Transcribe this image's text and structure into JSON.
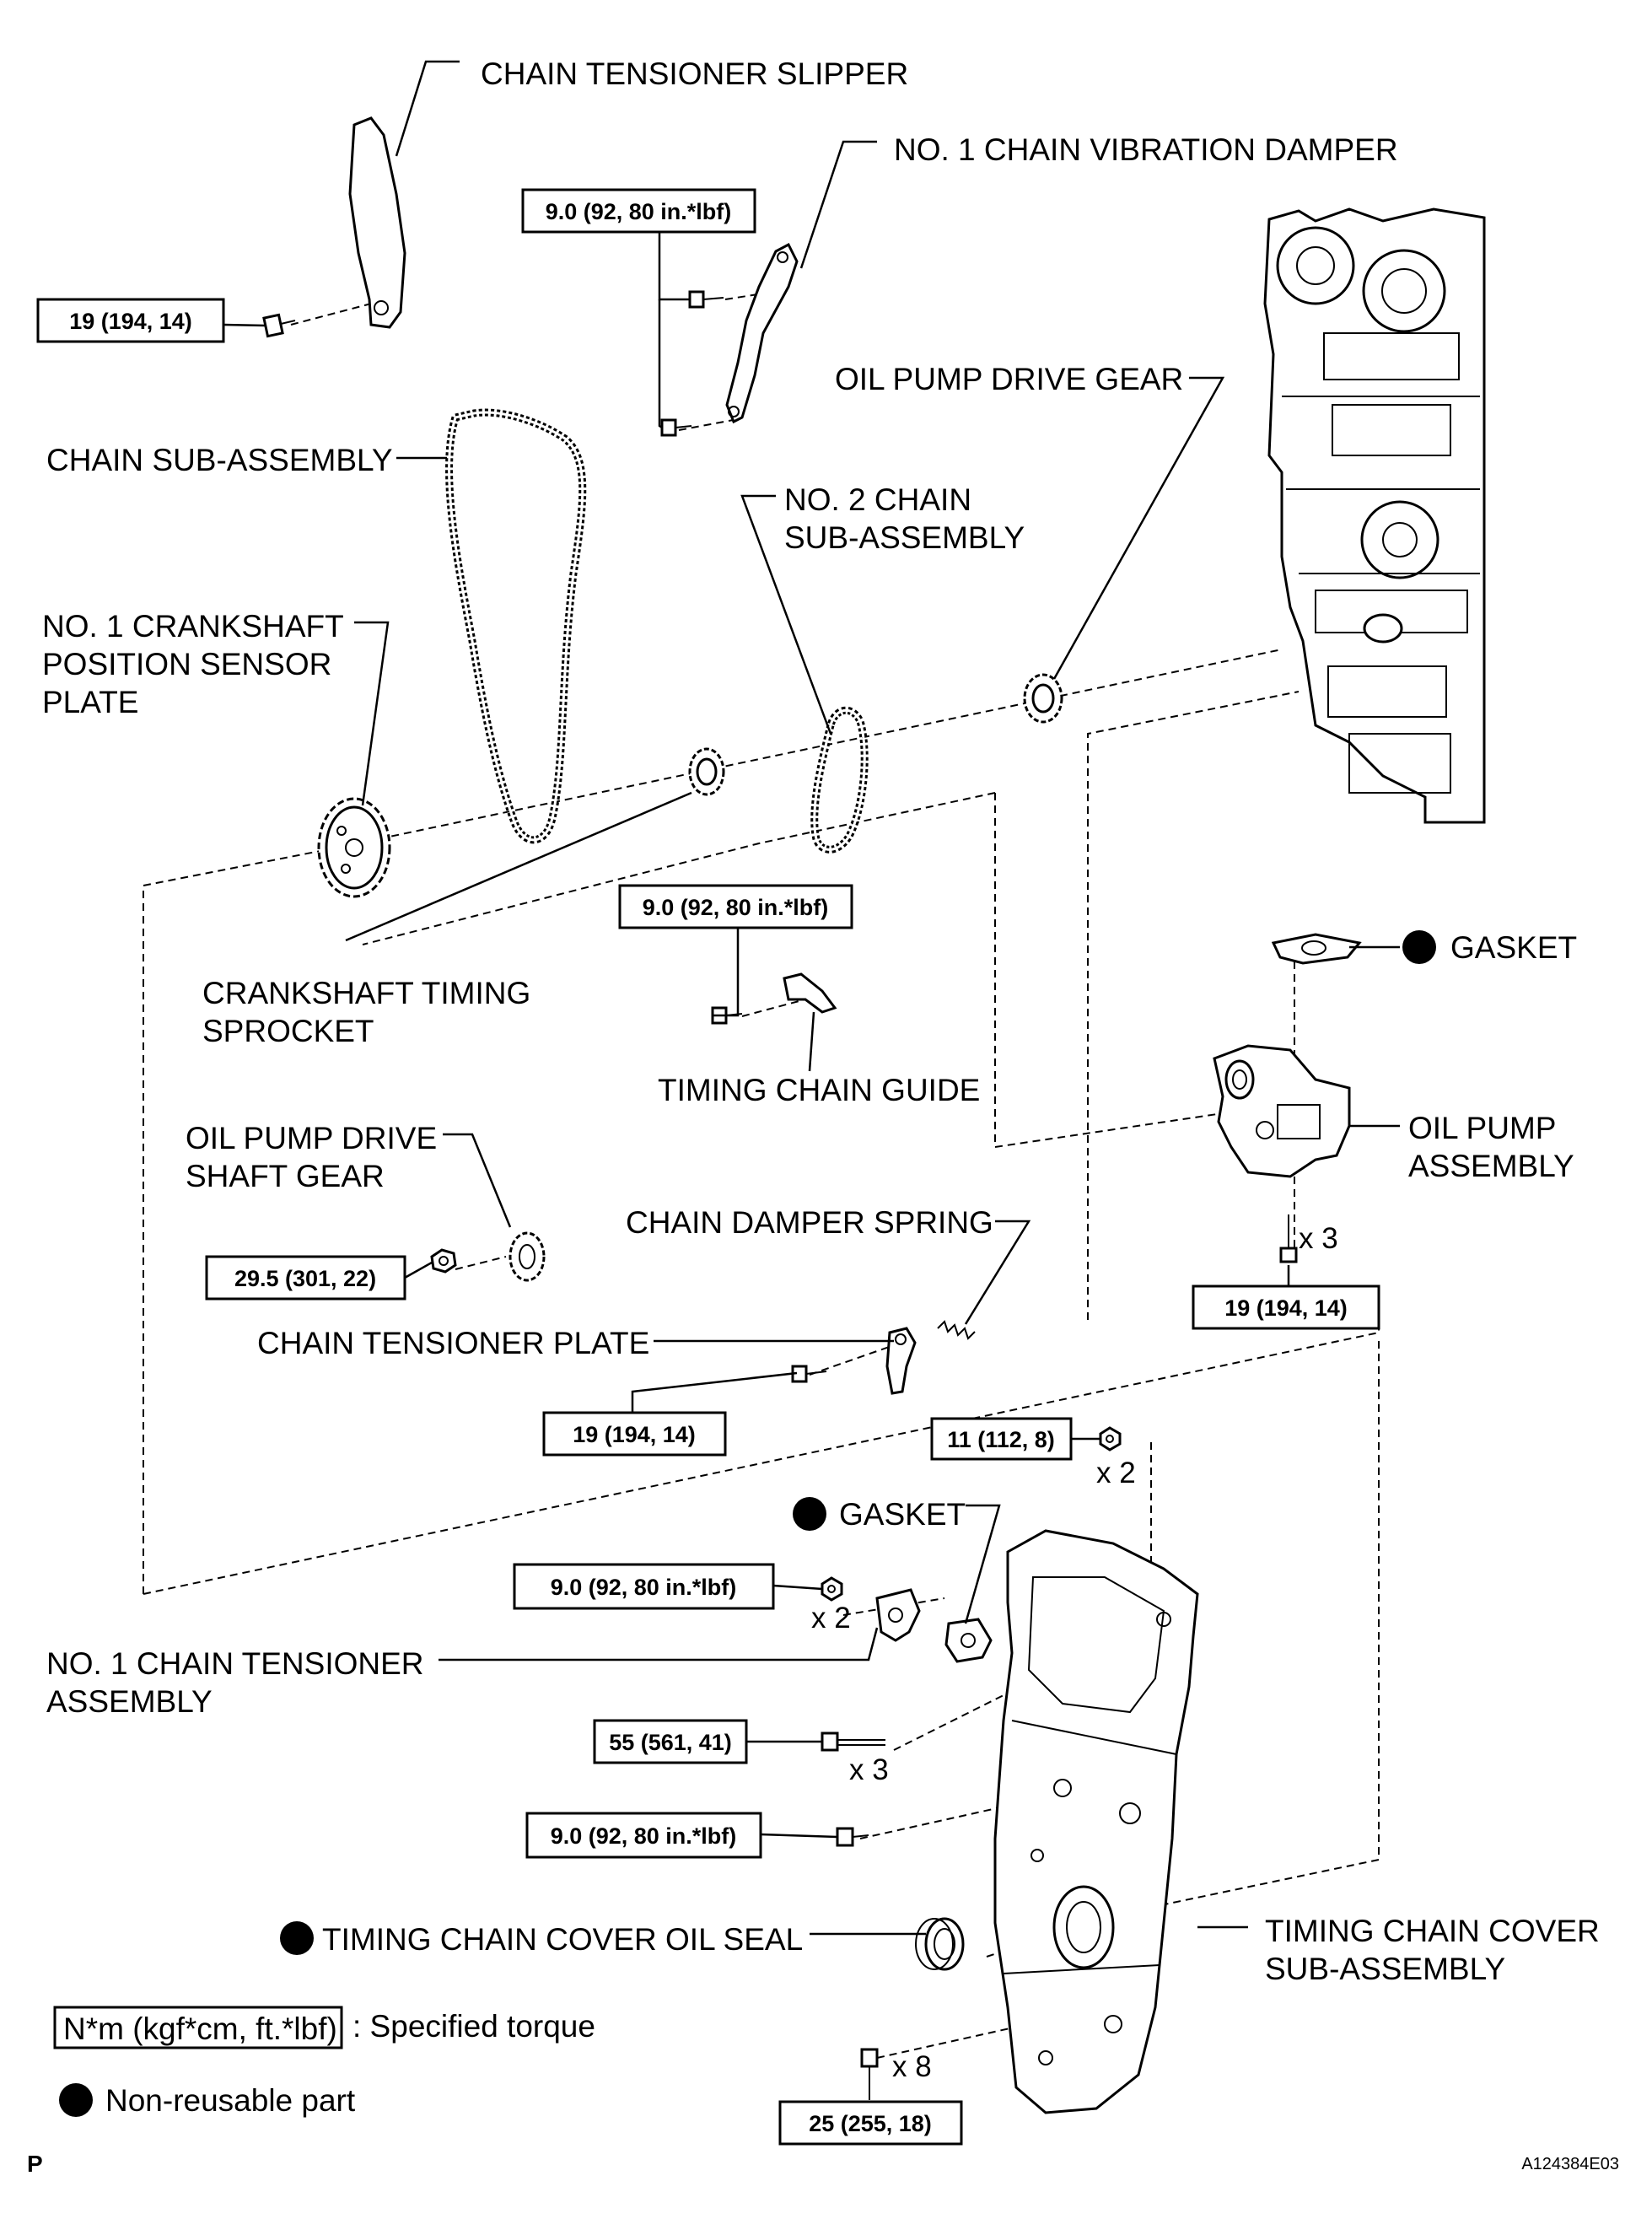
{
  "labels": {
    "chain_tensioner_slipper": "CHAIN TENSIONER SLIPPER",
    "no1_chain_vibration_damper": "NO. 1 CHAIN VIBRATION DAMPER",
    "oil_pump_drive_gear": "OIL PUMP DRIVE GEAR",
    "chain_sub_assembly": "CHAIN SUB-ASSEMBLY",
    "no2_chain_line1": "NO. 2 CHAIN",
    "no2_chain_line2": "SUB-ASSEMBLY",
    "crank_sensor_line1": "NO. 1 CRANKSHAFT",
    "crank_sensor_line2": "POSITION SENSOR",
    "crank_sensor_line3": "PLATE",
    "crank_sprocket_line1": "CRANKSHAFT TIMING",
    "crank_sprocket_line2": "SPROCKET",
    "gasket_top": "GASKET",
    "timing_chain_guide": "TIMING CHAIN GUIDE",
    "oil_pump_line1": "OIL PUMP",
    "oil_pump_line2": "ASSEMBLY",
    "oil_pump_shaft_line1": "OIL PUMP DRIVE",
    "oil_pump_shaft_line2": "SHAFT GEAR",
    "chain_damper_spring": "CHAIN DAMPER SPRING",
    "chain_tensioner_plate": "CHAIN TENSIONER PLATE",
    "gasket_mid": "GASKET",
    "no1_tensioner_line1": "NO. 1 CHAIN TENSIONER",
    "no1_tensioner_line2": "ASSEMBLY",
    "oil_seal": "TIMING CHAIN COVER OIL SEAL",
    "cover_line1": "TIMING CHAIN COVER",
    "cover_line2": "SUB-ASSEMBLY"
  },
  "torque": {
    "slipper_bolt": "19 (194, 14)",
    "damper_bolts": "9.0 (92, 80 in.*lbf)",
    "guide_bolt": "9.0 (92, 80 in.*lbf)",
    "shaft_gear_nut": "29.5 (301, 22)",
    "oil_pump_bolts": "19 (194, 14)",
    "tensioner_plate_bolt": "19 (194, 14)",
    "cover_nuts": "11 (112, 8)",
    "tensioner_nuts": "9.0 (92, 80 in.*lbf)",
    "cover_bolts_55": "55 (561, 41)",
    "cover_bolt_9": "9.0 (92, 80 in.*lbf)",
    "cover_bolts_25": "25 (255, 18)"
  },
  "quantities": {
    "oil_pump_bolts": "x 3",
    "cover_nuts": "x 2",
    "tensioner_nuts": "x 2",
    "cover_bolts_55": "x 3",
    "cover_bolts_25": "x 8"
  },
  "legend": {
    "torque_unit": "N*m (kgf*cm, ft.*lbf)",
    "torque_desc": ": Specified torque",
    "nonreusable_desc": "Non-reusable part"
  },
  "page_code": "P",
  "figure_id": "A124384E03"
}
